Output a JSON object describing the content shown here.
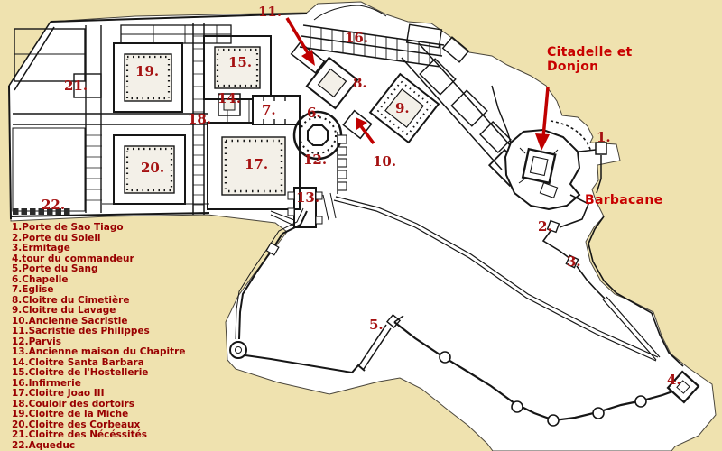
{
  "palette": {
    "background": "#EFE2AF",
    "paper": "#FFFFFF",
    "line_black": "#161616",
    "number_red": "#A51111",
    "legend_red": "#990000",
    "arrow_red": "#C00000"
  },
  "map_labels": [
    {
      "text": "11."
    },
    {
      "text": "16."
    },
    {
      "text": "19."
    },
    {
      "text": "15."
    },
    {
      "text": "21."
    },
    {
      "text": "14."
    },
    {
      "text": "18."
    },
    {
      "text": "8."
    },
    {
      "text": "7."
    },
    {
      "text": "6."
    },
    {
      "text": "9."
    },
    {
      "text": "20."
    },
    {
      "text": "17."
    },
    {
      "text": "12."
    },
    {
      "text": "10."
    },
    {
      "text": "13."
    },
    {
      "text": "22."
    },
    {
      "text": "1."
    },
    {
      "text": "2."
    },
    {
      "text": "3."
    },
    {
      "text": "5."
    },
    {
      "text": "4."
    }
  ],
  "callouts": {
    "citadelle": {
      "line1": "Citadelle et",
      "line2": "Donjon"
    },
    "barbacane": {
      "text": "Barbacane"
    }
  },
  "legend": {
    "items": [
      "1.Porte de Sao Tiago",
      "2.Porte du Soleil",
      "3.Ermitage",
      "4.tour du commandeur",
      "5.Porte du Sang",
      "6.Chapelle",
      "7.Eglise",
      "8.Cloitre du Cimetière",
      "9.Cloitre du Lavage",
      "10.Ancienne Sacristie",
      "11.Sacristie des Philippes",
      "12.Parvis",
      "13.Ancienne maison du Chapitre",
      "14.Cloitre Santa Barbara",
      "15.Cloitre de l'Hostellerie",
      "16.Infirmerie",
      "17.Cloitre Joao III",
      "18.Couloir des dortoirs",
      "19.Cloitre de la Miche",
      "20.Cloitre des Corbeaux",
      "21.Cloitre des Nécéssités",
      "22.Aqueduc"
    ]
  }
}
